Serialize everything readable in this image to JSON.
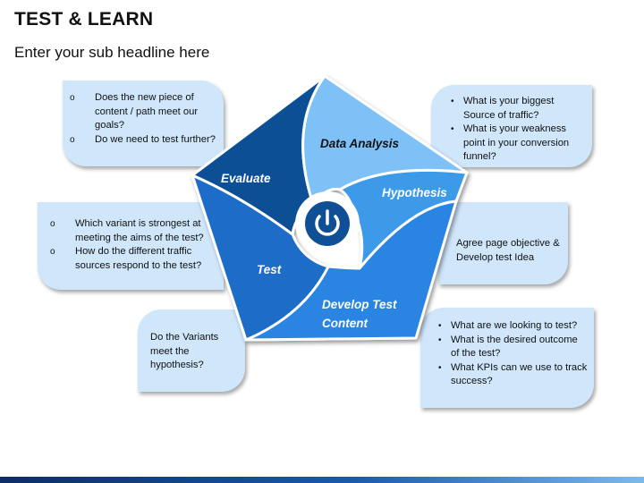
{
  "title": "TEST & LEARN",
  "subtitle": "Enter your sub headline here",
  "segments": {
    "data_analysis": "Data Analysis",
    "hypothesis": "Hypothesis",
    "develop_test_content_1": "Develop Test",
    "develop_test_content_2": "Content",
    "test": "Test",
    "evaluate": "Evaluate"
  },
  "cards": {
    "evaluate": {
      "bullet": "o",
      "items": [
        "Does the new piece of content / path meet our goals?",
        "Do we need to test further?"
      ]
    },
    "test": {
      "bullet": "o",
      "items": [
        "Which variant is strongest at meeting the aims of the test?",
        "How do the different traffic sources respond to the test?"
      ]
    },
    "develop_test_content_left": {
      "text": "Do the Variants meet the hypothesis?"
    },
    "data_analysis": {
      "bullet": "•",
      "items": [
        "What is your biggest Source of traffic?",
        "What is your weakness point in your conversion funnel?"
      ]
    },
    "hypothesis": {
      "text": "Agree page objective & Develop test Idea"
    },
    "develop_test_content": {
      "bullet": "•",
      "items": [
        "What are we looking to test?",
        "What is the desired outcome of the test?",
        "What KPIs can we use to track success?"
      ]
    }
  },
  "colors": {
    "evaluate": "#0f4f95",
    "data_analysis": "#7dc1f7",
    "hypothesis": "#3d9ae8",
    "develop_test_content": "#2a84e2",
    "test": "#1f6cc8",
    "card": "#cfe6fb",
    "power_icon": "#0f4f95"
  },
  "icons": [
    "power-icon"
  ]
}
